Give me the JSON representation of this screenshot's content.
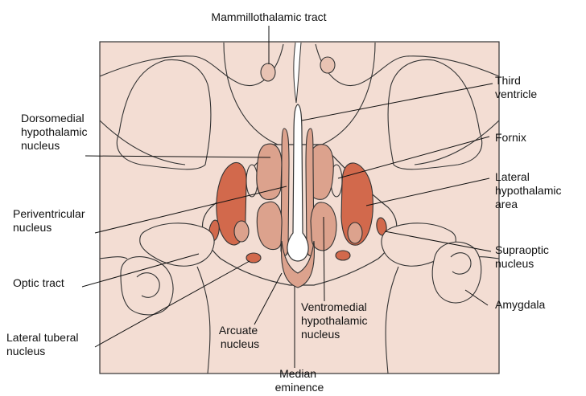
{
  "colors": {
    "tissue": "#f3ddd3",
    "nucleus_light": "#dca28d",
    "nucleus_dark": "#d2694c",
    "ventricle": "#ffffff",
    "line": "#111111"
  },
  "labels": {
    "mammillothalamic_tract": [
      "Mammillothalamic tract"
    ],
    "third_ventricle": [
      "Third",
      "ventricle"
    ],
    "dorsomedial_nucleus": [
      "Dorsomedial",
      "hypothalamic",
      "nucleus"
    ],
    "fornix": [
      "Fornix"
    ],
    "lateral_hypothalamic_area": [
      "Lateral",
      "hypothalamic",
      "area"
    ],
    "periventricular_nucleus": [
      "Periventricular",
      "nucleus"
    ],
    "supraoptic_nucleus": [
      "Supraoptic",
      "nucleus"
    ],
    "optic_tract": [
      "Optic tract"
    ],
    "amygdala": [
      "Amygdala"
    ],
    "lateral_tuberal_nucleus": [
      "Lateral tuberal",
      "nucleus"
    ],
    "arcuate_nucleus": [
      "Arcuate",
      "nucleus"
    ],
    "ventromedial_nucleus": [
      "Ventromedial",
      "hypothalamic",
      "nucleus"
    ],
    "median_eminence": [
      "Median",
      "eminence"
    ]
  }
}
